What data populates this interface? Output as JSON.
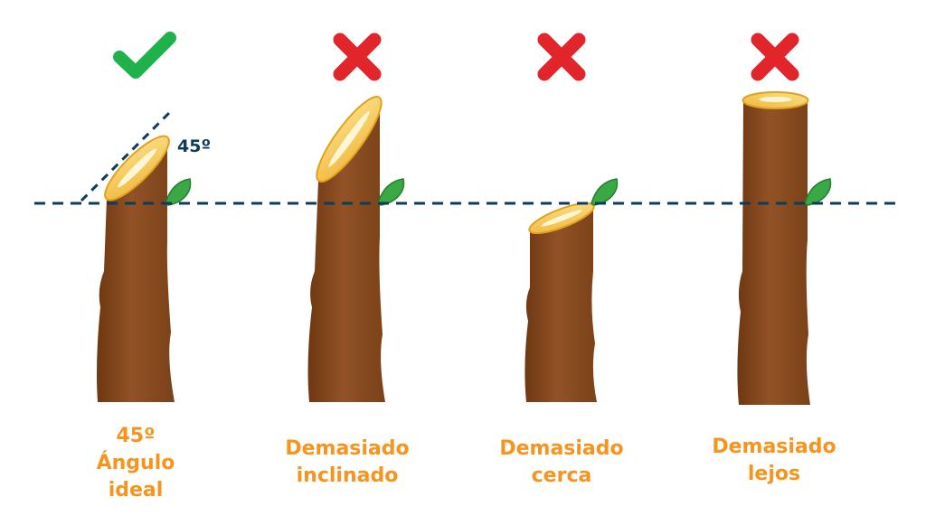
{
  "angle_label": "45º",
  "panels": [
    {
      "status": "correct",
      "status_icon": "check-icon",
      "lines": [
        "45º",
        "Ángulo",
        "ideal"
      ]
    },
    {
      "status": "incorrect",
      "status_icon": "cross-icon",
      "lines": [
        "Demasiado",
        "inclinado"
      ]
    },
    {
      "status": "incorrect",
      "status_icon": "cross-icon",
      "lines": [
        "Demasiado",
        "cerca"
      ]
    },
    {
      "status": "incorrect",
      "status_icon": "cross-icon",
      "lines": [
        "Demasiado",
        "lejos"
      ]
    }
  ],
  "colors": {
    "correct": "#1fb14a",
    "incorrect": "#e2242b",
    "caption": "#f7941d",
    "guide_line": "#0e3b5b",
    "bark": "#8a4a1e",
    "cut_face": "#f6c64c",
    "bud": "#3aa845"
  }
}
